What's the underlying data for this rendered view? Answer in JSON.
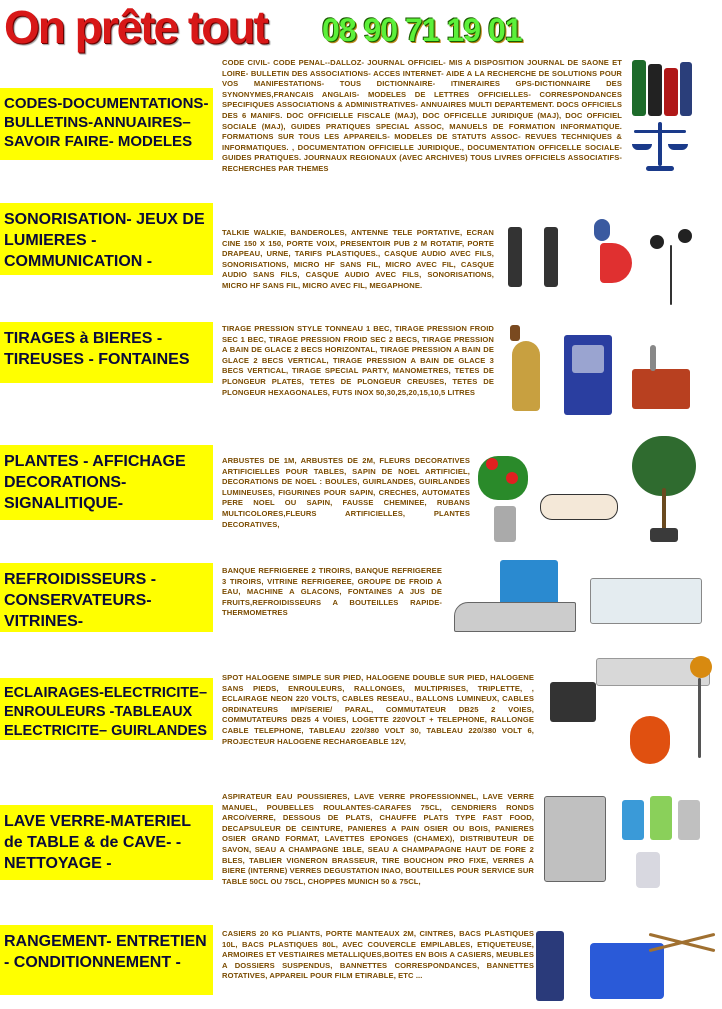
{
  "header": {
    "title": "On prête tout",
    "phone": "08 90 71 19 01"
  },
  "sections": [
    {
      "label": "CODES-DOCUMENTATIONS-BULLETINS-ANNUAIRES–SAVOIR FAIRE- MODELES",
      "text": "CODE CIVIL- CODE PENAL--DALLOZ- JOURNAL OFFICIEL- MIS A DISPOSITION JOURNAL DE SAONE ET LOIRE- BULLETIN DES ASSOCIATIONS- ACCES INTERNET- AIDE A LA RECHERCHE DE SOLUTIONS POUR VOS MANIFESTATIONS- TOUS DICTIONNAIRE- ITINERAIRES GPS-DICTIONNAIRE DES SYNONYMES,FRANCAIS ANGLAIS- MODELES DE LETTRES OFFICIELLES- CORRESPONDANCES SPECIFIQUES ASSOCIATIONS & ADMINISTRATIVES- ANNUAIRES MULTI DEPARTEMENT. DOCS OFFICIELS DES 6 MANIFS. DOC OFFICIELLE FISCALE (MAJ), DOC OFFICELLE JURIDIQUE (MAJ), DOC OFFICIEL SOCIALE (MAJ), GUIDES PRATIQUES SPECIAL ASSOC, MANUELS DE FORMATION INFORMATIQUE. FORMATIONS SUR TOUS LES APPAREILS- MODELES DE STATUTS ASSOC- REVUES TECHNIQUES & INFORMATIQUES. , DOCUMENTATION OFFICIELLE JURIDIQUE., DOCUMENTATION OFFICELLE SOCIALE- GUIDES PRATIQUES. JOURNAUX REGIONAUX (AVEC ARCHIVES) TOUS LIVRES OFFICIELS ASSOCIATIFS-RECHERCHES PAR THEMES"
    },
    {
      "label": "SONORISATION- JEUX DE LUMIERES - COMMUNICATION -",
      "text": "TALKIE WALKIE, BANDEROLES, ANTENNE TELE PORTATIVE, ECRAN CINE 150 X 150, PORTE VOIX, PRESENTOIR PUB 2 M ROTATIF, PORTE DRAPEAU, URNE, TARIFS PLASTIQUES., CASQUE AUDIO AVEC FILS, SONORISATIONS, MICRO HF SANS FIL, MICRO AVEC FIL, CASQUE AUDIO SANS FILS, CASQUE AUDIO AVEC FILS, SONORISATIONS, MICRO HF SANS FIL, MICRO AVEC FIL, MEGAPHONE."
    },
    {
      "label": "TIRAGES à BIERES - TIREUSES - FONTAINES",
      "text": "TIRAGE PRESSION STYLE TONNEAU 1 BEC, TIRAGE PRESSION FROID SEC 1 BEC, TIRAGE PRESSION FROID SEC 2 BECS, TIRAGE PRESSION A BAIN DE GLACE 2 BECS HORIZONTAL, TIRAGE PRESSION A BAIN DE GLACE 2 BECS VERTICAL, TIRAGE PRESSION A BAIN DE GLACE 3 BECS VERTICAL, TIRAGE SPECIAL PARTY, MANOMETRES, TETES DE PLONGEUR PLATES, TETES DE PLONGEUR CREUSES, TETES DE PLONGEUR HEXAGONALES, FUTS INOX 50,30,25,20,15,10,5 LITRES"
    },
    {
      "label": "PLANTES - AFFICHAGE DECORATIONS- SIGNALITIQUE-",
      "text": "ARBUSTES DE 1M, ARBUSTES DE 2m, FLEURS DECORATIVES ARTIFICIELLES POUR TABLES, SAPIN DE NOEL ARTIFICIEL, DECORATIONS DE NOEL : BOULES, GUIRLANDES, GUIRLANDES LUMINEUSES, FIGURINES POUR SAPIN, CRECHES, AUTOMATES PERE NOEL OU SAPIN, FAUSSE CHEMINEE, RUBANS MULTICOLORES,FLEURS ARTIFICIELLES, PLANTES DECORATIVES,"
    },
    {
      "label": "REFROIDISSEURS - CONSERVATEURS- VITRINES-",
      "text": "BANQUE REFRIGEREE 2 TIROIRS, BANQUE REFRIGEREE 3 TIROIRS, VITRINE REFRIGEREE, GROUPE DE FROID A EAU, MACHINE A GLACONS, FONTAINES A JUS DE FRUITS,REFROIDISSEURS A BOUTEILLES RAPIDE- THERMOMETRES"
    },
    {
      "label": "ECLAIRAGES-ELECTRICITE– ENROULEURS -TABLEAUX ELECTRICITE– GUIRLANDES",
      "text": "SPOT HALOGENE SIMPLE SUR PIED, HALOGENE DOUBLE SUR PIED, HALOGENE SANS PIEDS, ENROULEURS, RALLONGES, MULTIPRISES, TRIPLETTE, , ECLAIRAGE NEON 220 VOLTS, CABLES RESEAU., BALLONS LUMINEUX, CABLES ORDINATEURS IMP/SERIE/ PARAL, COMMUTATEUR DB25 2 VOIES, COMMUTATEURS DB25 4 VOIES, LOGETTE 220VOLT + TELEPHONE, RALLONGE CABLE TELEPHONE, TABLEAU 220/380 VOLT 30, TABLEAU 220/380 VOLT 6, PROJECTEUR HALOGENE RECHARGEABLE 12V,"
    },
    {
      "label": "LAVE VERRE-MATERIEL de TABLE & de CAVE- -NETTOYAGE -",
      "text": "ASPIRATEUR EAU POUSSIERES, LAVE VERRE PROFESSIONNEL, LAVE VERRE MANUEL, POUBELLES ROULANTES-CARAFES 75CL, CENDRIERS RONDS ARCO/VERRE, DESSOUS DE PLATS, CHAUFFE PLATS TYPE FAST FOOD, DECAPSULEUR DE CEINTURE, PANIERES A PAIN OSIER OU BOIS, PANIERES OSIER GRAND FORMAT, LAVETTES EPONGES (CHAMEX), DISTRIBUTEUR DE SAVON, SEAU A CHAMPAGNE 1BLE, SEAU A CHAMPAPAGNE HAUT DE FORE 2 BLES, TABLIER VIGNERON BRASSEUR, TIRE BOUCHON PRO FIXE, VERRES A BIERE (INTERNE) VERRES DEGUSTATION INAO, BOUTEILLES POUR SERVICE SUR TABLE 50CL OU 75CL, CHOPPES MUNICH 50 & 75CL,"
    },
    {
      "label": "RANGEMENT- ENTRETIEN - CONDITIONNEMENT -",
      "text": "CASIERS 20 KG PLIANTS, PORTE MANTEAUX 2M, CINTRES, BACS PLASTIQUES 10L, BACS PLASTIQUES 80L, AVEC COUVERCLE EMPILABLES, ETIQUETEUSE, ARMOIRES ET VESTIAIRES METALLIQUES,BOITES EN BOIS A CASIERS, MEUBLES A DOSSIERS SUSPENDUS, BANNETTES CORRESPONDANCES, BANNETTES ROTATIVES, APPAREIL POUR FILM ETIRABLE, ETC ..."
    }
  ]
}
